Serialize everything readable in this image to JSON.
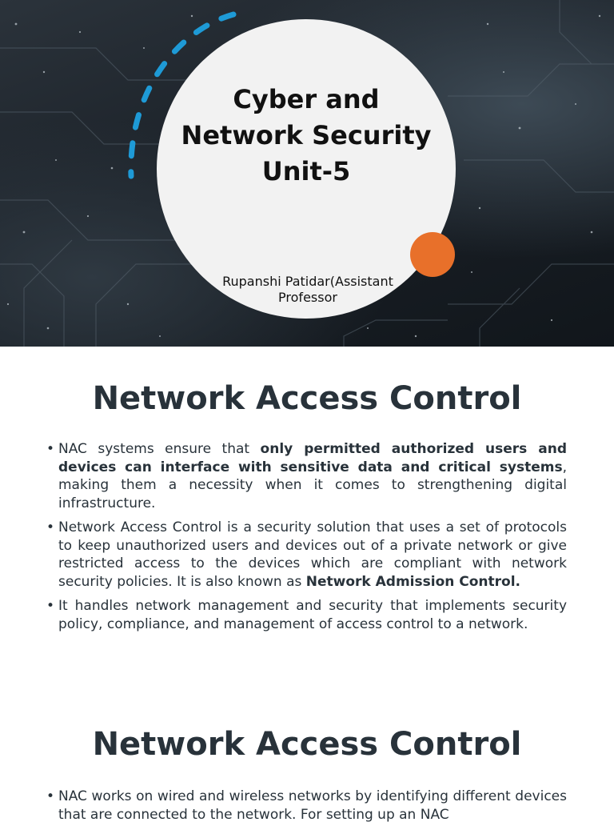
{
  "slide1": {
    "title_lines": [
      "Cyber and",
      "Network Security",
      "Unit-5"
    ],
    "author_lines": [
      "Rupanshi Patidar(Assistant",
      "Professor"
    ]
  },
  "slide2": {
    "heading": "Network Access Control",
    "bullets": [
      {
        "before": "NAC systems ensure that ",
        "bold": "only permitted authorized users and devices can interface with sensitive data and critical systems",
        "after": ", making them a necessity when it comes to strengthening digital infrastructure."
      },
      {
        "before": "Network Access Control is a security solution that uses a set of protocols to keep unauthorized users and devices out of a private network or give restricted access to the devices which are compliant with network security policies. It is also known as ",
        "bold": "Network Admission Control.",
        "after": ""
      },
      {
        "before": "It handles network management and security that implements security policy, compliance, and management of access control to a network.",
        "bold": "",
        "after": ""
      }
    ]
  },
  "slide3": {
    "heading": "Network Access Control",
    "bullets": [
      {
        "text": "NAC works on wired and wireless networks by identifying different devices that are connected to the network. For setting up an NAC"
      }
    ]
  },
  "colors": {
    "accent_orange": "#e8702a",
    "accent_blue": "#1e9ad6",
    "heading_text": "#28323a",
    "circle_fill": "#f2f2f2"
  }
}
